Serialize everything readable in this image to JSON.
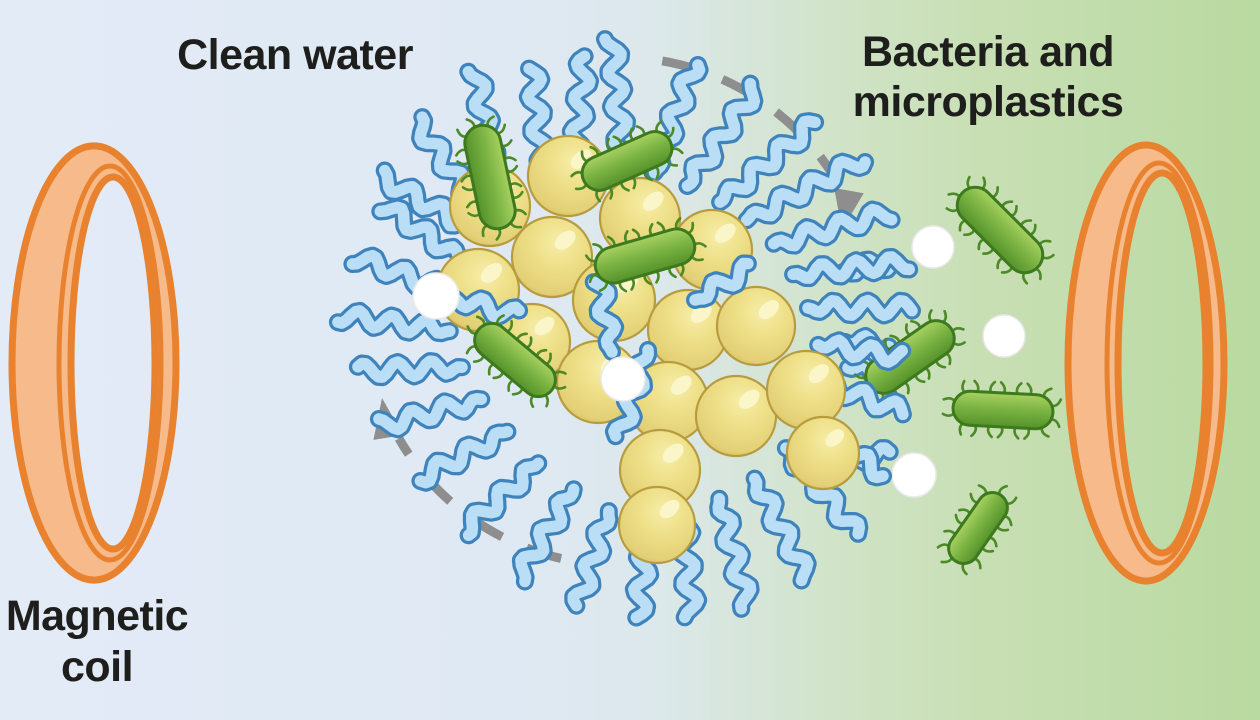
{
  "labels": {
    "clean_water": "Clean water",
    "bacteria_line1": "Bacteria and",
    "bacteria_line2": "microplastics",
    "magnet_line1": "Magnetic",
    "magnet_line2": "coil"
  },
  "colors": {
    "text": "#1e1e1c",
    "arrow": "#8e8e8e",
    "coil_fill": "#f7ba8a",
    "coil_stroke": "#e8822f",
    "sphere_body": "#eee088",
    "sphere_mid": "#e3d077",
    "sphere_deep": "#c3a748",
    "sphere_light": "#f6eda8",
    "sphere_hi": "#fcf7cd",
    "sphere_stroke": "#b79b3f",
    "tendril_dark": "#3f83bd",
    "tendril_light": "#b9def5",
    "bact_light": "#a9d162",
    "bact_mid": "#7cb544",
    "bact_dark": "#55922b",
    "bact_outline": "#3d7a1e",
    "cilia": "#4c8a26",
    "white_fill": "#ffffff",
    "white_stroke": "#e9e9e9"
  },
  "scene": {
    "background": [
      [
        0,
        "#e2ebf6"
      ],
      [
        0.4,
        "#dfe9f4"
      ],
      [
        0.52,
        "#dce8eb"
      ],
      [
        0.6,
        "#d6e5d8"
      ],
      [
        0.68,
        "#cfe3c5"
      ],
      [
        0.78,
        "#c8dfb4"
      ],
      [
        0.9,
        "#c0dcaa"
      ],
      [
        1,
        "#b9daa0"
      ]
    ],
    "coils": [
      {
        "name": "magnetic-coil-left",
        "outer": [
          94,
          363,
          82,
          217
        ],
        "hole": [
          113,
          363,
          42,
          186
        ],
        "rim": [
          110,
          363,
          51,
          197
        ]
      },
      {
        "name": "magnetic-coil-right",
        "outer": [
          1146,
          363,
          78,
          218
        ],
        "hole": [
          1162,
          363,
          44,
          190
        ],
        "rim": [
          1159,
          363,
          52,
          200
        ]
      }
    ],
    "arrows": [
      {
        "name": "rotation-arrow-top",
        "c": [
          618,
          312
        ],
        "r": 255,
        "a0": -80,
        "a1": -32,
        "arrow": [
          842,
          230,
          100
        ]
      },
      {
        "name": "rotation-arrow-bottom",
        "c": [
          618,
          312
        ],
        "r": 253,
        "a0": 103,
        "a1": 150,
        "arrow": [
          382,
          398,
          -99
        ]
      }
    ],
    "cluster": {
      "spheres": [
        [
          490,
          206,
          40
        ],
        [
          568,
          176,
          40
        ],
        [
          640,
          218,
          40
        ],
        [
          712,
          250,
          40
        ],
        [
          478,
          290,
          41
        ],
        [
          552,
          257,
          40
        ],
        [
          614,
          300,
          41
        ],
        [
          688,
          330,
          40
        ],
        [
          756,
          326,
          39
        ],
        [
          532,
          342,
          38
        ],
        [
          598,
          382,
          41
        ],
        [
          668,
          402,
          40
        ],
        [
          736,
          416,
          40
        ],
        [
          806,
          390,
          39
        ],
        [
          660,
          470,
          40
        ],
        [
          657,
          525,
          38
        ],
        [
          823,
          453,
          36
        ]
      ],
      "tendrils": [
        [
          468,
          195,
          -125,
          90,
          0
        ],
        [
          452,
          218,
          -150,
          85,
          0
        ],
        [
          492,
          163,
          -100,
          95,
          0
        ],
        [
          540,
          150,
          -95,
          85,
          0
        ],
        [
          577,
          146,
          -85,
          90,
          0
        ],
        [
          622,
          148,
          -95,
          110,
          0
        ],
        [
          662,
          152,
          -70,
          95,
          0
        ],
        [
          700,
          168,
          -55,
          100,
          0
        ],
        [
          737,
          188,
          -40,
          105,
          0
        ],
        [
          766,
          210,
          -28,
          110,
          0
        ],
        [
          795,
          238,
          -15,
          100,
          0
        ],
        [
          815,
          272,
          -6,
          95,
          0
        ],
        [
          830,
          308,
          0,
          85,
          0
        ],
        [
          840,
          348,
          8,
          65,
          0
        ],
        [
          838,
          388,
          20,
          70,
          0
        ],
        [
          820,
          430,
          35,
          80,
          0
        ],
        [
          800,
          465,
          50,
          90,
          0
        ],
        [
          765,
          498,
          62,
          90,
          0
        ],
        [
          725,
          520,
          75,
          90,
          0
        ],
        [
          685,
          535,
          85,
          85,
          0
        ],
        [
          645,
          548,
          95,
          70,
          0
        ],
        [
          602,
          532,
          108,
          80,
          0
        ],
        [
          562,
          508,
          122,
          85,
          0
        ],
        [
          522,
          478,
          138,
          80,
          0
        ],
        [
          488,
          442,
          152,
          80,
          0
        ],
        [
          460,
          405,
          165,
          85,
          0
        ],
        [
          440,
          368,
          178,
          85,
          0
        ],
        [
          428,
          328,
          188,
          90,
          0
        ],
        [
          432,
          285,
          200,
          85,
          0
        ],
        [
          445,
          248,
          215,
          75,
          0
        ],
        [
          612,
          352,
          -100,
          75,
          1
        ],
        [
          648,
          350,
          108,
          95,
          1
        ],
        [
          452,
          298,
          15,
          70,
          1
        ],
        [
          695,
          300,
          -30,
          65,
          1
        ]
      ],
      "bacteria": [
        [
          490,
          177,
          105,
          36,
          78
        ],
        [
          627,
          161,
          95,
          34,
          -24
        ],
        [
          645,
          256,
          102,
          36,
          -16
        ],
        [
          515,
          360,
          95,
          34,
          40
        ]
      ],
      "microplastics": [
        [
          436,
          296,
          23
        ],
        [
          623,
          379,
          22
        ]
      ]
    },
    "free": {
      "squiggles": [
        [
          843,
          272,
          -12,
          48
        ],
        [
          845,
          342,
          4,
          45
        ],
        [
          848,
          368,
          10,
          50
        ],
        [
          842,
          458,
          -4,
          50
        ]
      ],
      "bacteria": [
        [
          1000,
          230,
          106,
          36,
          45
        ],
        [
          910,
          357,
          100,
          36,
          -35
        ],
        [
          1003,
          410,
          100,
          34,
          3
        ],
        [
          978,
          528,
          80,
          30,
          -55
        ]
      ],
      "microplastics": [
        [
          933,
          247,
          21
        ],
        [
          1004,
          336,
          21
        ],
        [
          914,
          475,
          22
        ]
      ]
    }
  }
}
